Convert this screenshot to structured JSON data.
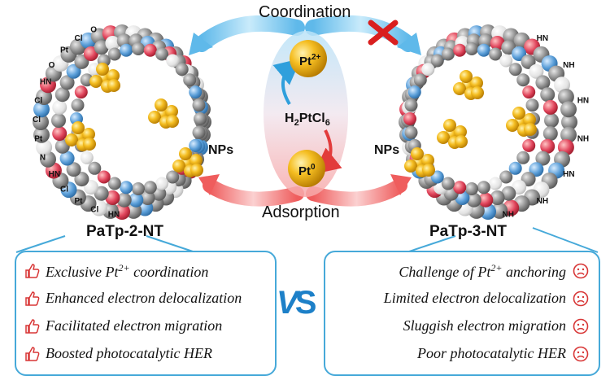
{
  "arrows": {
    "top": "Coordination",
    "bottom": "Adsorption"
  },
  "center": {
    "pt2_base": "Pt",
    "pt2_sup": "2+",
    "precursor_main": "H",
    "precursor_sub1": "2",
    "precursor_mid": "PtCl",
    "precursor_sub2": "6",
    "pt0_base": "Pt",
    "pt0_sup": "0"
  },
  "left_tube": {
    "name": "PaTp-2-NT",
    "nps": "NPs",
    "labels": [
      "HN",
      "Cl",
      "Pt",
      "Cl",
      "HN",
      "N",
      "Pt",
      "Cl",
      "Cl",
      "HN",
      "O",
      "Pt",
      "Cl",
      "O"
    ]
  },
  "right_tube": {
    "name": "PaTp-3-NT",
    "nps": "NPs",
    "labels": [
      "HN",
      "NH",
      "HN",
      "NH",
      "HN",
      "NH",
      "NH"
    ]
  },
  "vs": {
    "v": "V",
    "s": "S"
  },
  "left_panel": {
    "items": [
      {
        "text": "Exclusive Pt",
        "sup": "2+",
        "tail": " coordination"
      },
      {
        "text": "Enhanced electron delocalization",
        "sup": "",
        "tail": ""
      },
      {
        "text": "Facilitated electron migration",
        "sup": "",
        "tail": ""
      },
      {
        "text": "Boosted photocatalytic HER",
        "sup": "",
        "tail": ""
      }
    ],
    "icon": "thumbs-up-icon"
  },
  "right_panel": {
    "items": [
      {
        "text": "Challenge of Pt",
        "sup": "2+",
        "tail": " anchoring"
      },
      {
        "text": "Limited electron delocalization",
        "sup": "",
        "tail": ""
      },
      {
        "text": "Sluggish electron migration",
        "sup": "",
        "tail": ""
      },
      {
        "text": "Poor photocatalytic HER",
        "sup": "",
        "tail": ""
      }
    ],
    "icon": "sad-face-icon"
  },
  "colors": {
    "accent_blue": "#46a9d9",
    "vs_blue": "#1d80c8",
    "arrow_red": "#ef6f6f",
    "arrow_blue": "#8fd0f2",
    "pt_gold": "#f2b318",
    "cross_red": "#d91f1f"
  }
}
